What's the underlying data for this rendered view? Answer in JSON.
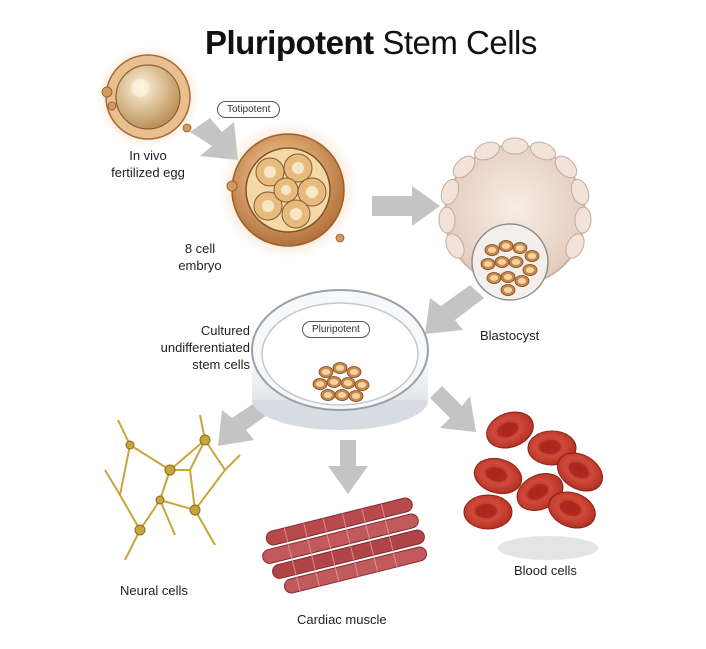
{
  "title": {
    "bold": "Pluripotent",
    "regular": "Stem Cells"
  },
  "badges": {
    "totipotent": "Totipotent",
    "pluripotent": "Pluripotent"
  },
  "labels": {
    "egg": [
      "In vivo",
      "fertilized egg"
    ],
    "embryo": [
      "8 cell",
      "embryo"
    ],
    "blastocyst": "Blastocyst",
    "cultured": [
      "Cultured",
      "undifferentiated",
      "stem cells"
    ],
    "neural": "Neural cells",
    "cardiac": "Cardiac muscle",
    "blood": "Blood cells"
  },
  "colors": {
    "arrow": "#c4c4c4",
    "egg": "#d9a36b",
    "cell": "#c9874a",
    "blastocyst_wall": "#ecdcd0",
    "neural": "#c9a53a",
    "cardiac": "#b0474a",
    "blood": "#c0392b"
  }
}
